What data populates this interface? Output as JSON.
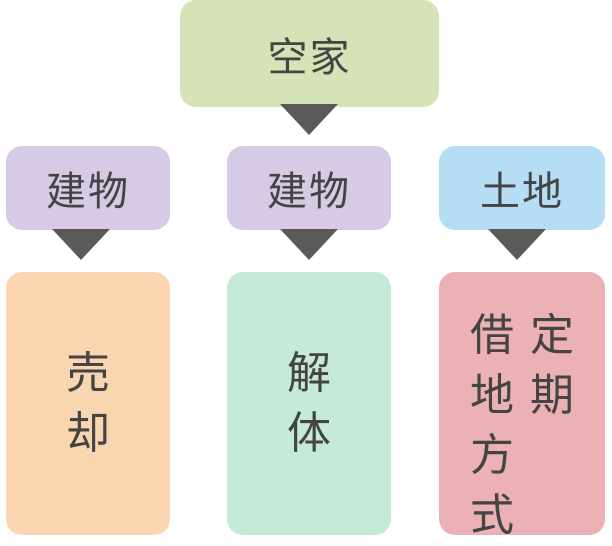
{
  "colors": {
    "top": "#d5e3b7",
    "building": "#d7cae4",
    "land": "#b5ddf4",
    "sell": "#fad6b0",
    "demolish": "#c6ead8",
    "lease": "#ebb1b4",
    "arrow": "#5a5a5a"
  },
  "root": {
    "label": "空家"
  },
  "branches": [
    {
      "label": "建物",
      "result": [
        "売",
        "却"
      ]
    },
    {
      "label": "建物",
      "result": [
        "解",
        "体"
      ]
    },
    {
      "label": "土地",
      "result_columns": [
        [
          "定",
          "期"
        ],
        [
          "借",
          "地",
          "方",
          "式"
        ]
      ]
    }
  ]
}
